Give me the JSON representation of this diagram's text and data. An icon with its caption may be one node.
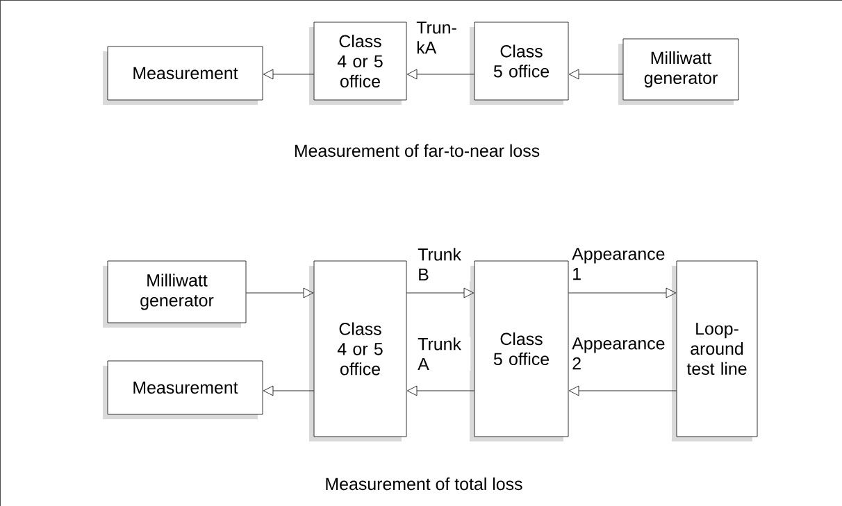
{
  "diagram": {
    "nodes": [
      {
        "text": [
          "Measurement"
        ]
      },
      {
        "text": [
          "Class 4 or 5 office"
        ]
      },
      {
        "text": [
          "Class 5 office"
        ]
      },
      {
        "text": [
          "Milliwatt generator"
        ]
      },
      {
        "text": [
          "Milliwatt generator"
        ]
      },
      {
        "text": [
          "Measurement"
        ]
      },
      {
        "text": [
          "Class 4 or 5 office"
        ]
      },
      {
        "text": [
          "Class 5 office"
        ]
      },
      {
        "text": [
          "Loop-around test line"
        ]
      }
    ],
    "edges": [
      {
        "from": 3,
        "to": 2,
        "arrow": "to"
      },
      {
        "from": 2,
        "to": 1,
        "arrow": "to",
        "label": "Trun- kA"
      },
      {
        "from": 1,
        "to": 0,
        "arrow": "to"
      },
      {
        "from": 4,
        "to": 6,
        "arrow": "to"
      },
      {
        "from": 6,
        "to": 7,
        "arrow": "to",
        "label": "Trunk B"
      },
      {
        "from": 7,
        "to": 8,
        "arrow": "to",
        "label": "Appearance 1"
      },
      {
        "from": 8,
        "to": 7,
        "arrow": "to",
        "label": "Appearance 2"
      },
      {
        "from": 7,
        "to": 6,
        "arrow": "to",
        "label": "Trunk A"
      },
      {
        "from": 6,
        "to": 5,
        "arrow": "to"
      }
    ],
    "labels": [
      "Measurement of far-to-near loss",
      "Measurement of total loss"
    ]
  }
}
